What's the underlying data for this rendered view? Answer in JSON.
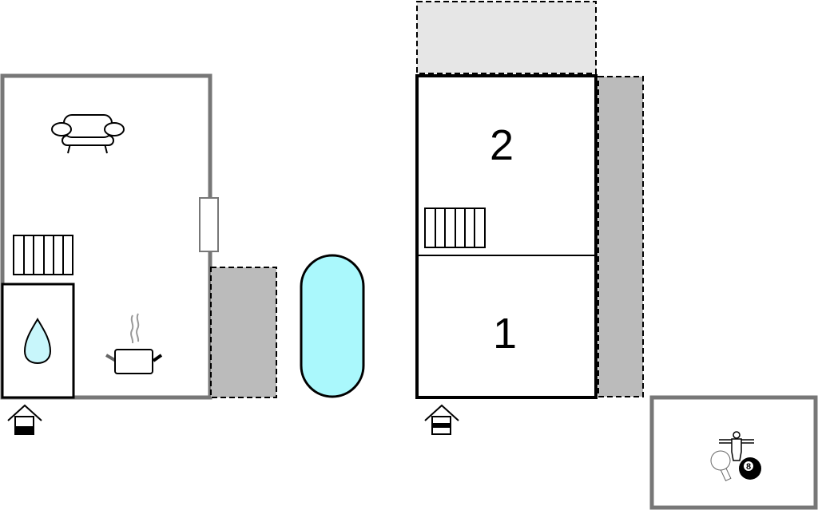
{
  "rooms": {
    "upper_room_label": "2",
    "lower_room_label": "1"
  },
  "game_room": {
    "billiard_ball_number": "8"
  },
  "icons": [
    "sofa-icon",
    "radiator-icon",
    "water-drop-icon",
    "cooking-pot-icon",
    "entrance-icon",
    "pool-icon",
    "foosball-icon",
    "ping-pong-icon",
    "billiard-ball-icon"
  ],
  "colors": {
    "pool": "#aaf8fc",
    "terrace": "#bbbbbb",
    "balcony": "#e6e6e6",
    "wall_gray": "#777777",
    "drop": "#c8f6fb"
  }
}
